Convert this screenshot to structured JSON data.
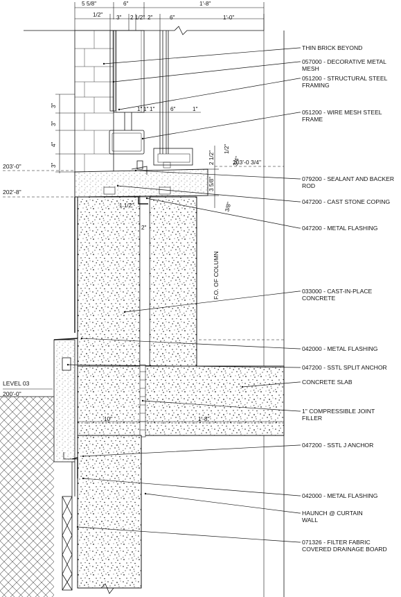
{
  "dimensions": {
    "top_overall_left": "5 5/8\"",
    "top_overall_mid": "6\"",
    "top_overall_right": "1'-8\"",
    "d_half": "1/2\"",
    "d_3": "3\"",
    "d_2half": "2 1/2\"",
    "d_2": "2\"",
    "d_6": "6\"",
    "d_1_0": "1'-0\"",
    "vert_3a": "3\"",
    "vert_3b": "3\"",
    "vert_4": "4\"",
    "vert_3c": "3\"",
    "s1": "1\"",
    "s2": "1\"",
    "s3": "1\"",
    "s6": "6\"",
    "s1b": "1\"",
    "v_2half": "2 1/2\"",
    "v_half": "1/2\"",
    "v_3quarter": "3/4\"",
    "v_3_5_8": "3 5/8\"",
    "v_3_8": "3/8\"",
    "d_1half": "1 1/2\"",
    "d_2b": "2\"",
    "d_10": "10\"",
    "d_1_8": "1'-8\""
  },
  "elevations": {
    "el_203_0": "203'-0\"",
    "el_203_0_3_4": "203'-0 3/4\"",
    "el_202_8": "202'-8\"",
    "level_name": "LEVEL 03",
    "level_el": "200'-0\""
  },
  "annotations": {
    "column_face": "F.O. OF COLUMN"
  },
  "callouts": [
    {
      "lines": [
        "THIN BRICK BEYOND"
      ]
    },
    {
      "lines": [
        "057000 - DECORATIVE METAL",
        "MESH"
      ]
    },
    {
      "lines": [
        "051200 - STRUCTURAL STEEL",
        "FRAMING"
      ]
    },
    {
      "lines": [
        "051200 - WIRE MESH STEEL",
        "FRAME"
      ]
    },
    {
      "lines": [
        "079200 - SEALANT AND BACKER",
        "ROD"
      ]
    },
    {
      "lines": [
        "047200 - CAST STONE COPING"
      ]
    },
    {
      "lines": [
        "047200 - METAL FLASHING"
      ]
    },
    {
      "lines": [
        "033000 - CAST-IN-PLACE",
        "CONCRETE"
      ]
    },
    {
      "lines": [
        "042000 - METAL FLASHING"
      ]
    },
    {
      "lines": [
        "047200 - SSTL SPLIT ANCHOR"
      ]
    },
    {
      "lines": [
        "CONCRETE SLAB"
      ]
    },
    {
      "lines": [
        "1\" COMPRESSIBLE JOINT",
        "FILLER"
      ]
    },
    {
      "lines": [
        "047200 - SSTL J ANCHOR"
      ]
    },
    {
      "lines": [
        "042000 - METAL FLASHING"
      ]
    },
    {
      "lines": [
        "HAUNCH @ CURTAIN",
        "WALL"
      ]
    },
    {
      "lines": [
        "071326 - FILTER FABRIC",
        "COVERED DRAINAGE BOARD"
      ]
    }
  ]
}
